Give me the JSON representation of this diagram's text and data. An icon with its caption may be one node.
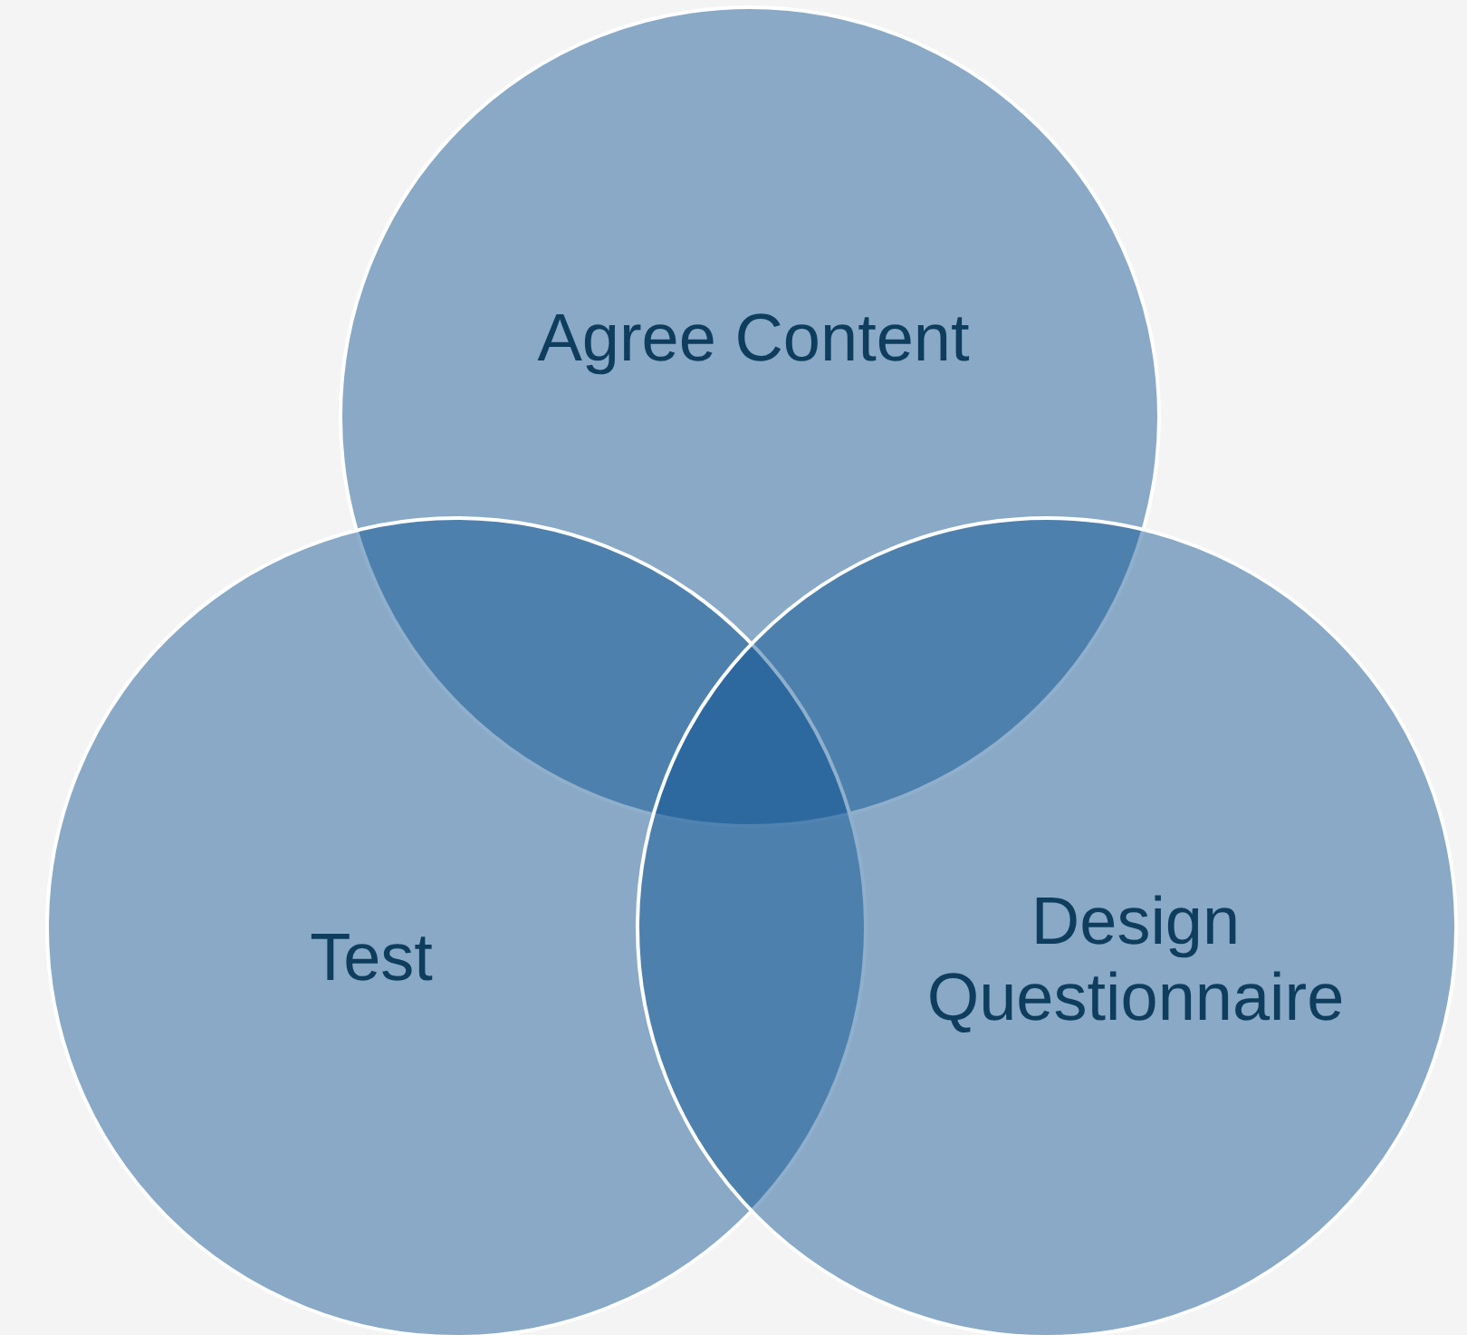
{
  "diagram": {
    "nodes": [
      {
        "text": [
          "Agree Content"
        ]
      },
      {
        "text": [
          "Test"
        ]
      },
      {
        "text": [
          "Design Questionnaire"
        ]
      }
    ]
  }
}
